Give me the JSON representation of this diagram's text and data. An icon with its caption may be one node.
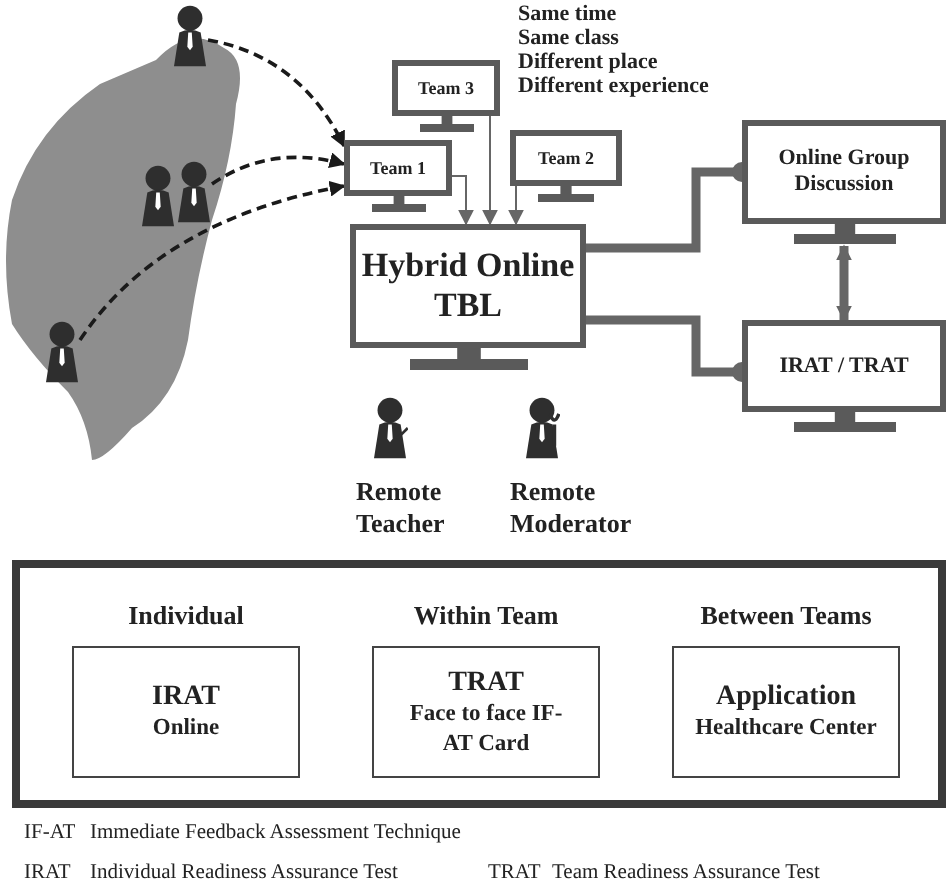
{
  "diagram": {
    "nodes": [
      {
        "text": [],
        "shape": "person"
      },
      {
        "text": [],
        "shape": "person"
      },
      {
        "text": [],
        "shape": "person"
      },
      {
        "text": [],
        "shape": "person"
      },
      {
        "text": [
          "Team 3"
        ]
      },
      {
        "text": [
          "Team 1"
        ]
      },
      {
        "text": [
          "Team 2"
        ]
      },
      {
        "text": [
          "Hybrid Online TBL"
        ]
      },
      {
        "text": [
          "Online Group Discussion"
        ]
      },
      {
        "text": [
          "IRAT / TRAT"
        ]
      },
      {
        "text": [],
        "shape": "box"
      },
      {
        "text": [
          "Individual",
          "IRAT",
          "Online"
        ],
        "in": 10
      },
      {
        "text": [
          "Within Team",
          "TRAT",
          "Face to face IF-AT Card"
        ],
        "in": 10
      },
      {
        "text": [
          "Between Teams",
          "Application",
          "Healthcare Center"
        ],
        "in": 10
      }
    ],
    "edges": [
      {
        "from": 0,
        "to": 5,
        "arrow": "to",
        "style": "dashed"
      },
      {
        "from": 2,
        "to": 5,
        "arrow": "to",
        "style": "dashed"
      },
      {
        "from": 3,
        "to": 5,
        "arrow": "to",
        "style": "dashed"
      },
      {
        "from": 5,
        "to": 7,
        "arrow": "to"
      },
      {
        "from": 4,
        "to": 7,
        "arrow": "to"
      },
      {
        "from": 6,
        "to": 7,
        "arrow": "to"
      },
      {
        "from": 7,
        "to": 8,
        "arrow": "other",
        "style": "thick"
      },
      {
        "from": 7,
        "to": 9,
        "arrow": "other",
        "style": "thick"
      },
      {
        "from": 8,
        "to": 9,
        "arrow": "both",
        "style": "thick"
      }
    ],
    "labels": [
      "Same time",
      "Same class",
      "Different place",
      "Different experience",
      "Remote Teacher",
      "Remote Moderator",
      "IF-AT",
      "Immediate Feedback Assessment Technique",
      "IRAT",
      "Individual Readiness Assurance Test",
      "TRAT",
      "Team Readiness Assurance Test"
    ]
  }
}
